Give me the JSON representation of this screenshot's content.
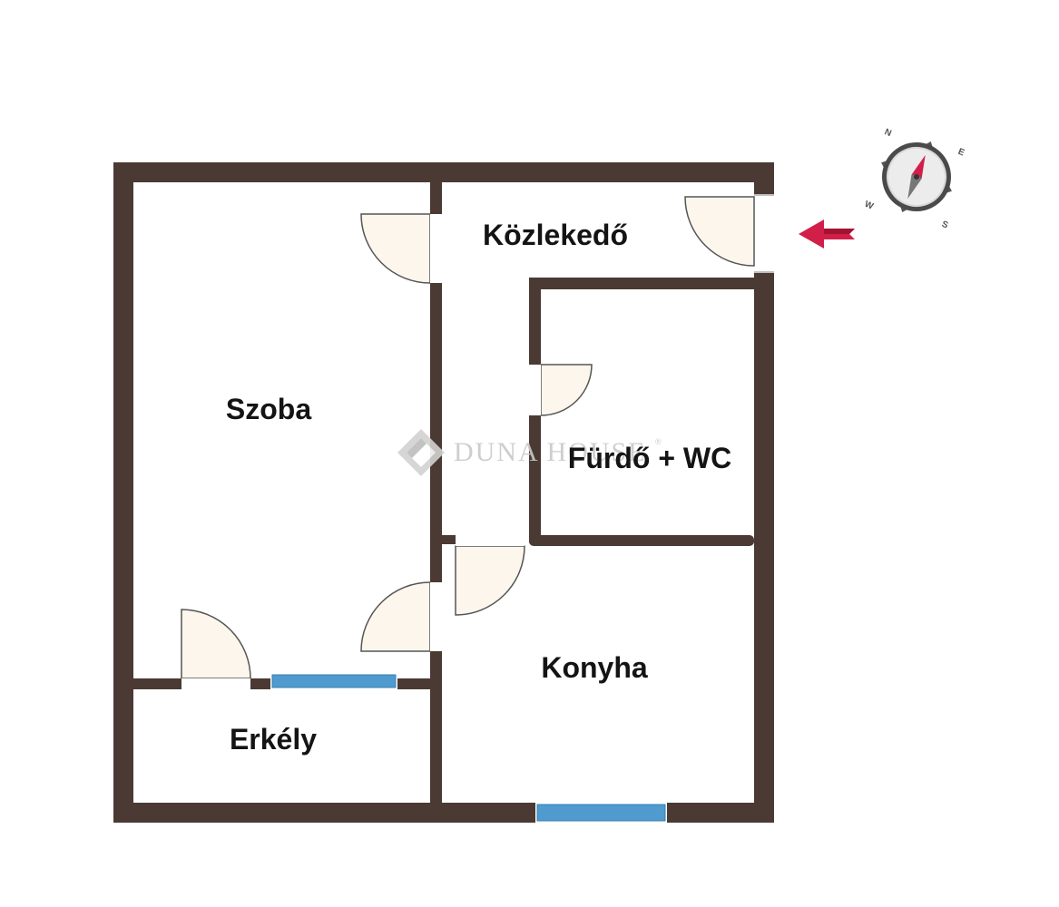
{
  "rooms": {
    "szoba": "Szoba",
    "kozlekedo": "Közlekedő",
    "furdo": "Fürdő + WC",
    "konyha": "Konyha",
    "erkely": "Erkély"
  },
  "watermark": {
    "brand": "DUNA HOUSE",
    "registered": "®"
  },
  "compass": {
    "n": "N",
    "e": "E",
    "s": "S",
    "w": "W"
  },
  "colors": {
    "wall": "#4a3a33",
    "door_fill": "#fdf6ec",
    "window": "#4f9bd0",
    "entrance_arrow": "#d11f49"
  }
}
